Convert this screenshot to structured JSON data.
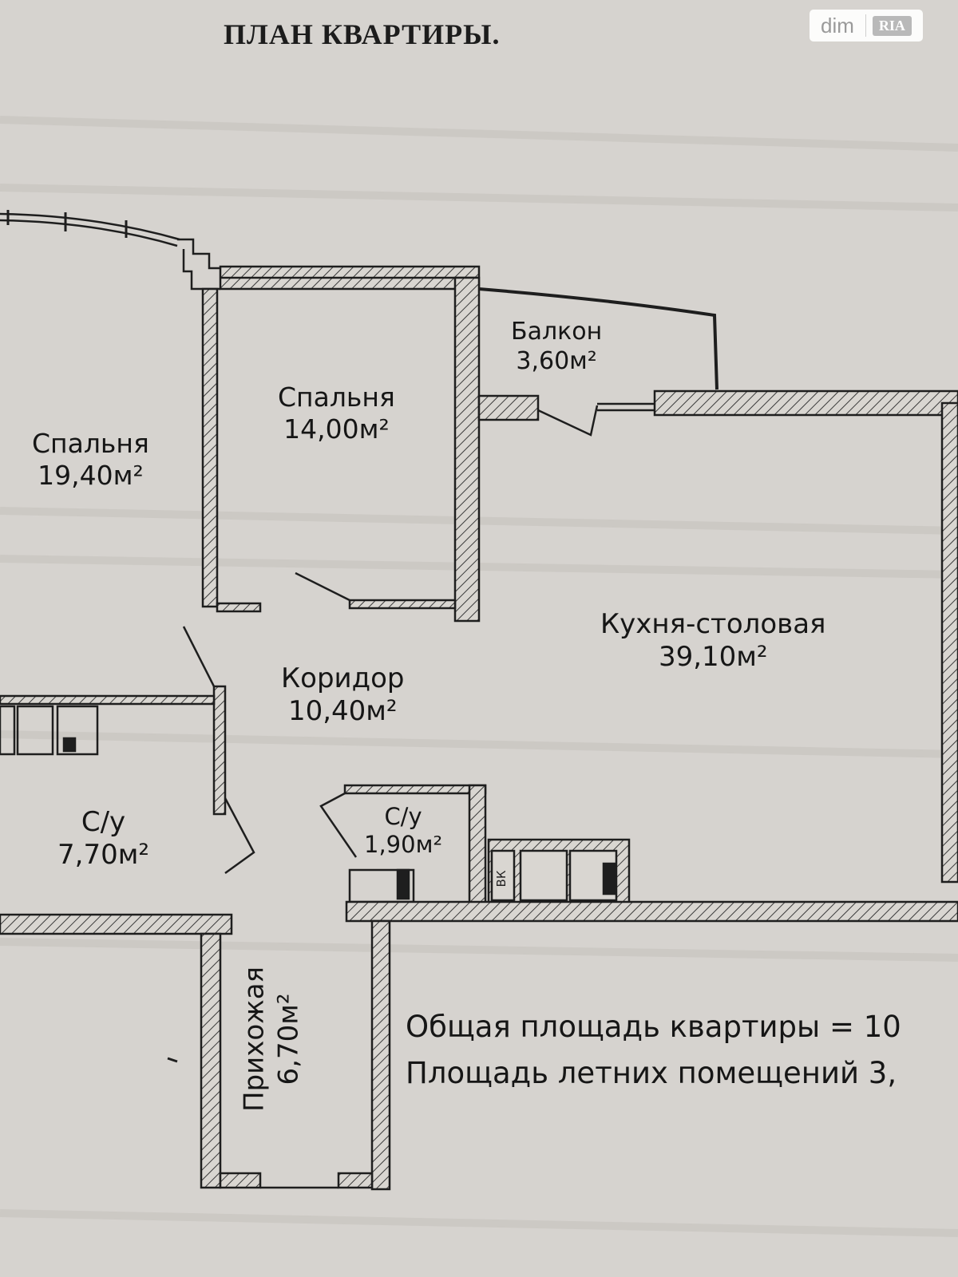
{
  "title": "ПЛАН КВАРТИРЫ.",
  "watermark": {
    "text": "dim",
    "badge": "RIA"
  },
  "rooms": [
    {
      "id": "bedroom_large",
      "name": "Спальня",
      "area": "19,40м²"
    },
    {
      "id": "bedroom_small",
      "name": "Спальня",
      "area": "14,00м²"
    },
    {
      "id": "balcony",
      "name": "Балкон",
      "area": "3,60м²"
    },
    {
      "id": "kitchen",
      "name": "Кухня-столовая",
      "area": "39,10м²"
    },
    {
      "id": "corridor",
      "name": "Коридор",
      "area": "10,40м²"
    },
    {
      "id": "bathroom_large",
      "name": "С/у",
      "area": "7,70м²"
    },
    {
      "id": "bathroom_small",
      "name": "С/у",
      "area": "1,90м²"
    },
    {
      "id": "hallway",
      "name": "Прихожая",
      "area": "6,70м²"
    }
  ],
  "wk_label": "ВК",
  "summary": {
    "total_area": "Общая площадь квартиры = 10",
    "summer_area": "Площадь летних помещений 3,"
  },
  "colors": {
    "background": "#d6d3cf",
    "walls": "#1e1e1e",
    "hatch": "#3a3a3a",
    "text": "#161616"
  }
}
